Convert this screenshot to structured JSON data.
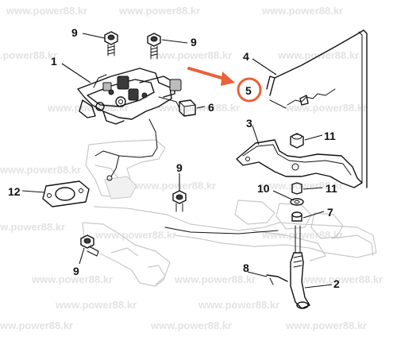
{
  "watermark": "www.power88.kr",
  "callouts": [
    "1",
    "2",
    "3",
    "4",
    "5",
    "6",
    "7",
    "8",
    "9",
    "10",
    "11",
    "12"
  ],
  "colors": {
    "highlight": "#e8623a",
    "ink": "#111111",
    "watermark": "#e3e3e3",
    "ghost": "#c9c9c9"
  }
}
